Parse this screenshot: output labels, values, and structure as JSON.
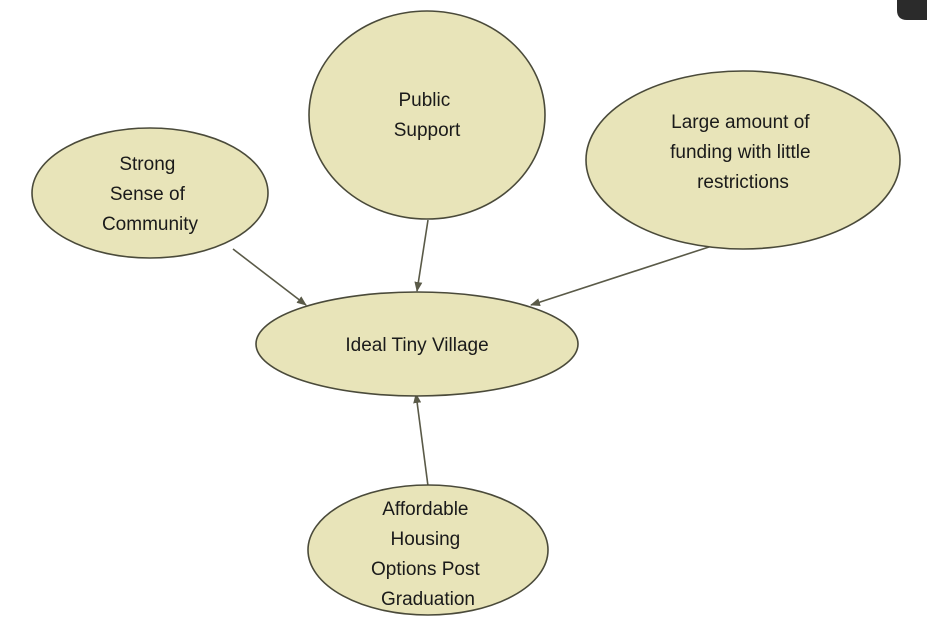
{
  "colors": {
    "node_fill": "#e8e4b9",
    "node_stroke": "#4a4a3a",
    "edge": "#5a5a48",
    "background": "#ffffff"
  },
  "nodes": {
    "public_support": {
      "lines": [
        "Public",
        "Support"
      ]
    },
    "strong_sense_of_community": {
      "lines": [
        "Strong",
        "Sense of",
        "Community"
      ]
    },
    "large_funding": {
      "lines": [
        "Large amount of",
        "funding with little",
        "restrictions"
      ]
    },
    "ideal_tiny_village": {
      "lines": [
        "Ideal Tiny Village"
      ]
    },
    "affordable_housing": {
      "lines": [
        "Affordable",
        "Housing",
        "Options Post",
        "Graduation"
      ]
    }
  },
  "edges": [
    {
      "from": "public_support",
      "to": "ideal_tiny_village"
    },
    {
      "from": "strong_sense_of_community",
      "to": "ideal_tiny_village"
    },
    {
      "from": "large_funding",
      "to": "ideal_tiny_village"
    },
    {
      "from": "affordable_housing",
      "to": "ideal_tiny_village"
    }
  ]
}
